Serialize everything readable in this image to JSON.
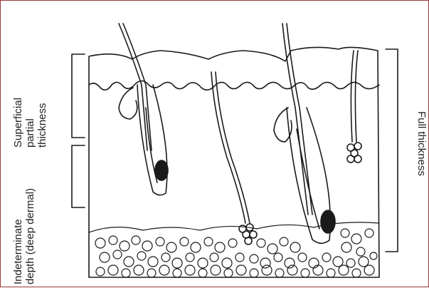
{
  "labels": {
    "superficial_line1": "Superficial",
    "superficial_line2": "partial",
    "superficial_line3": "thickness",
    "indeterminate_line1": "Indeterminate",
    "indeterminate_line2": "depth (deep dermal)",
    "full_thickness": "Full thickness"
  },
  "colors": {
    "frame_border": "#9a3a3a",
    "ink": "#1a1a1a"
  }
}
